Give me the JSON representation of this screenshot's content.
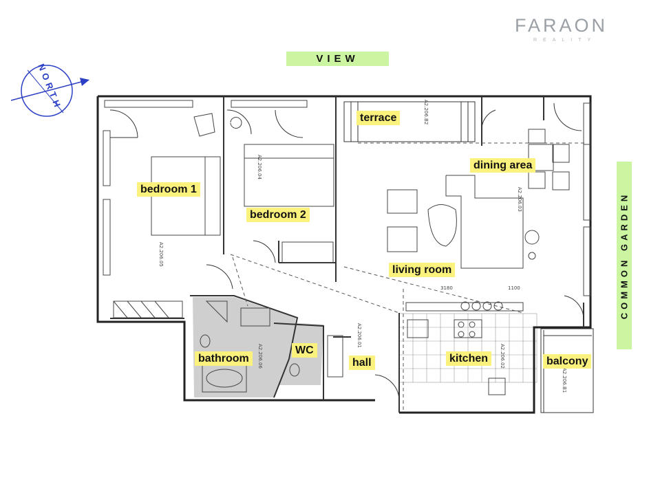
{
  "branding": {
    "logo_text": "FARAON",
    "logo_subtext": "REALITY"
  },
  "orientation": {
    "compass_label": "NORTH"
  },
  "banners": {
    "view": "VIEW",
    "garden": "COMMON GARDEN"
  },
  "rooms": {
    "terrace": "terrace",
    "dining_area": "dining area",
    "bedroom_1": "bedroom 1",
    "bedroom_2": "bedroom 2",
    "living_room": "living room",
    "bathroom": "bathroom",
    "wc": "WC",
    "hall": "hall",
    "kitchen": "kitchen",
    "balcony": "balcony"
  },
  "room_codes": {
    "bedroom_1": "A2.206.05",
    "bedroom_2": "A2.206.04",
    "living_room": "A2.206.03",
    "terrace": "A2.206.B2",
    "hall": "A2.206.01",
    "kitchen": "A2.206.02",
    "balcony": "A2.206.B1",
    "bathroom": "A2.206.06"
  },
  "dimensions": {
    "d1": "3180",
    "d2": "1100"
  },
  "colors": {
    "banner_green": "#ccf5a2",
    "label_yellow": "#fbf27e",
    "compass_blue": "#2b3fc4",
    "wet_room_grey": "#c9c9c9"
  }
}
